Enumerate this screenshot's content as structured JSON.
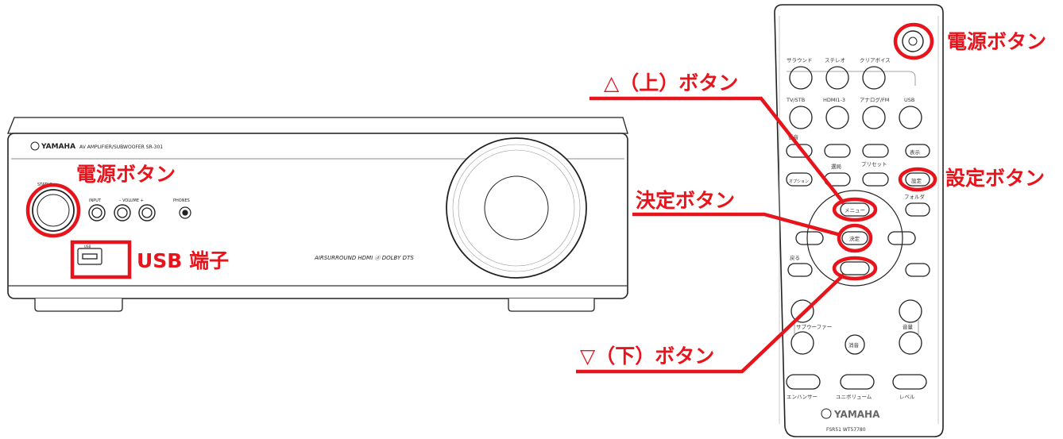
{
  "colors": {
    "annotation": "#e8141c",
    "line_art": "#222222"
  },
  "amplifier": {
    "brand": "YAMAHA",
    "model_text": "AV AMPLIFIER/SUBWOOFER  SR-301",
    "status_label": "STATUS",
    "input_label": "INPUT",
    "volume_label": "– VOLUME +",
    "phones_label": "PHONES",
    "usb_port_label": "USB",
    "logos_text": "AIRSURROUND  HDMI  ⓓ  DOLBY  DTS"
  },
  "remote": {
    "row1": [
      "サラウンド",
      "ステレオ",
      "クリアボイス"
    ],
    "row2": [
      "TV/STB",
      "HDMI1-3",
      "アナログ/FM",
      "USB"
    ],
    "sound_label": "低音",
    "display_label": "表示",
    "option_label": "オプション",
    "selection_label": "選局",
    "preset_label": "プリセット",
    "setup_label": "設定",
    "folder_label": "フォルダ",
    "menu_label": "メニュー",
    "enter_label": "決定",
    "return_label": "戻る",
    "subwoofer_label": "サブウーファー",
    "volume_label": "音量",
    "mute_label": "消音",
    "bottom_labels": [
      "エンハンサー",
      "ユニボリューム",
      "レベル"
    ],
    "brand": "YAMAHA",
    "model": "FSR51 WT57780"
  },
  "annotations": {
    "power_button_remote": "電源ボタン",
    "up_button": "△（上）ボタン",
    "setup_button": "設定ボタン",
    "enter_button": "決定ボタン",
    "down_button": "▽（下）ボタン",
    "power_button_amp": "電源ボタン",
    "usb_terminal": "USB 端子"
  }
}
